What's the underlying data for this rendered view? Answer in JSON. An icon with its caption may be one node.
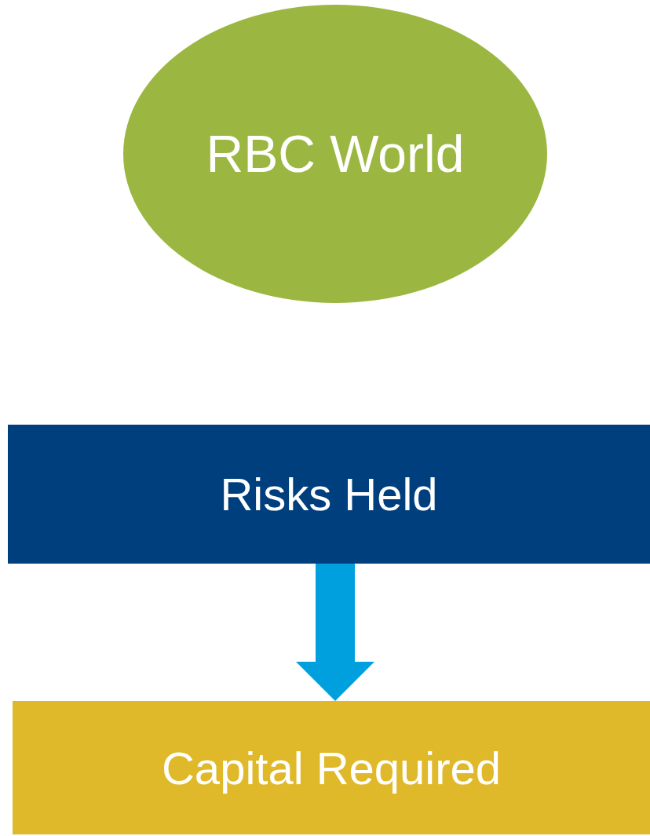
{
  "diagram": {
    "nodes": [
      {
        "text": [
          "RBC World"
        ]
      },
      {
        "text": [
          "Risks Held"
        ]
      },
      {
        "text": [
          "Capital Required"
        ]
      }
    ],
    "edges": [
      {
        "from": 1,
        "to": 2,
        "arrow": "to"
      }
    ]
  }
}
